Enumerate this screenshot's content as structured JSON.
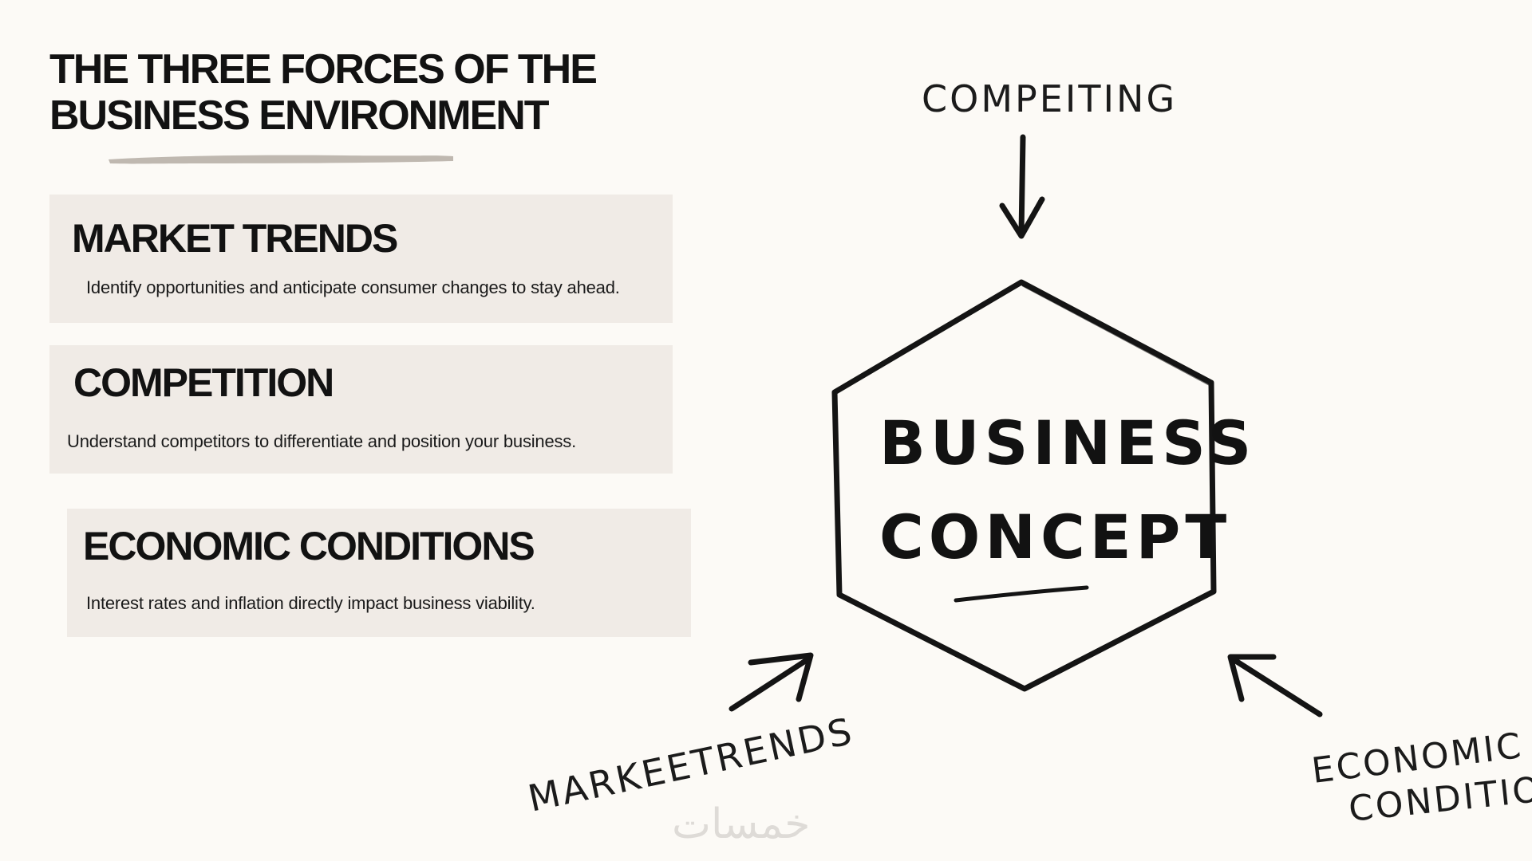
{
  "title": "THE THREE FORCES OF THE BUSINESS ENVIRONMENT",
  "cards": [
    {
      "heading": "MARKET TRENDS",
      "text": "Identify opportunities and anticipate consumer changes to stay ahead."
    },
    {
      "heading": "COMPETITION",
      "text": "Understand competitors to differentiate and position your business."
    },
    {
      "heading": "ECONOMIC CONDITIONS",
      "text": "Interest rates and inflation directly impact business viability."
    }
  ],
  "diagram": {
    "center_line1": "BUSINESS",
    "center_line2": "CONCEPT",
    "top_label": "COMPEITING",
    "left_label": "MARKEETRENDS",
    "right_label_line1": "ECONOMIC",
    "right_label_line2": "CONDITION"
  },
  "watermark": "خمسات",
  "colors": {
    "background": "#fcfaf6",
    "card": "#f0ebe6",
    "ink": "#121212",
    "underline": "#bfb8b0"
  }
}
